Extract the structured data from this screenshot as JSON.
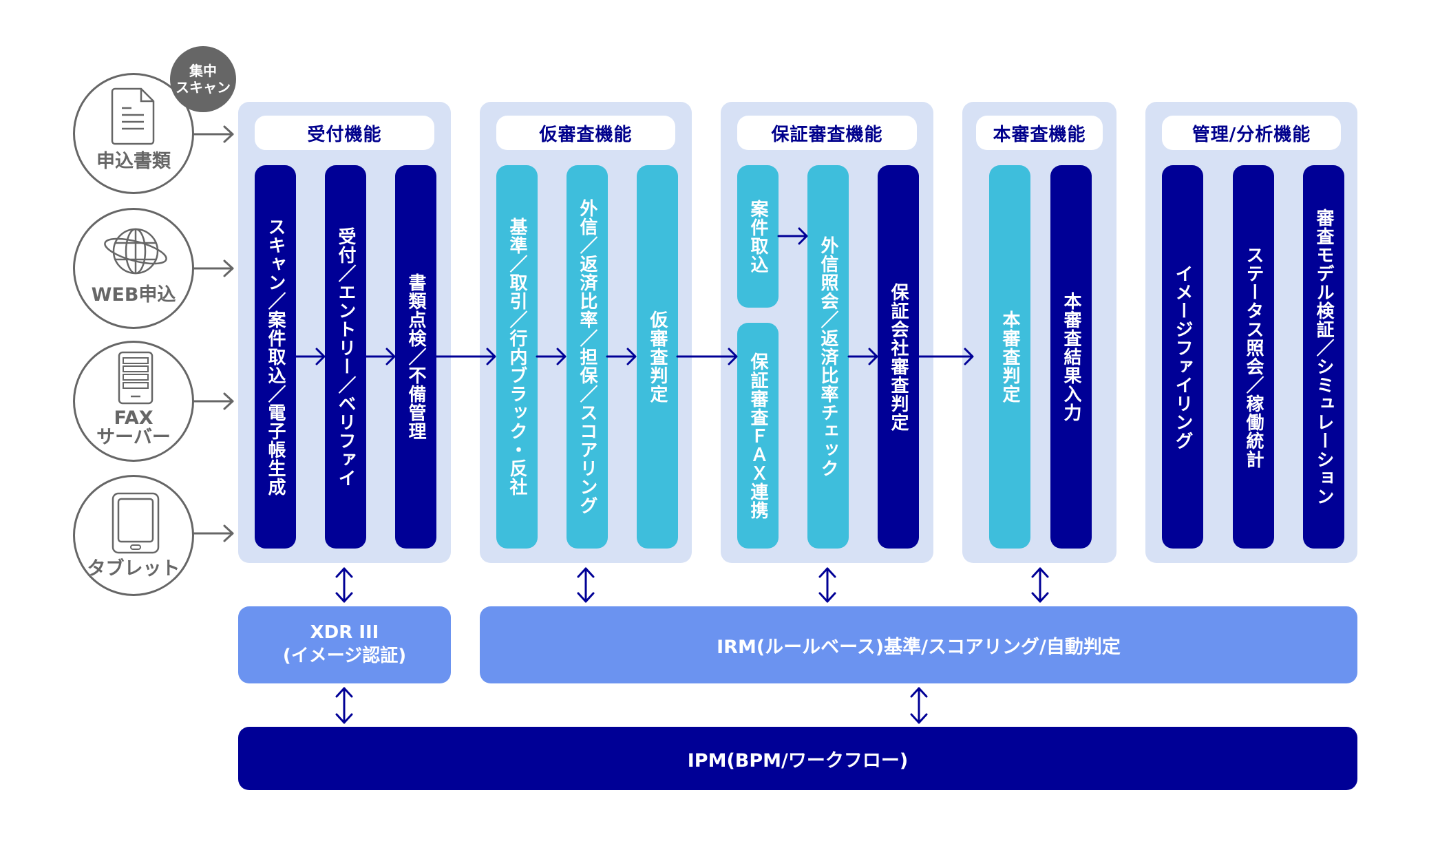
{
  "sources": [
    {
      "id": "paper",
      "icon": "document-icon",
      "label": "申込書類"
    },
    {
      "id": "web",
      "icon": "globe-icon",
      "label": "WEB申込"
    },
    {
      "id": "fax",
      "icon": "server-icon",
      "label": "FAX\nサーバー"
    },
    {
      "id": "tablet",
      "icon": "tablet-icon",
      "label": "タブレット"
    }
  ],
  "badge": {
    "label": "集中\nスキャン"
  },
  "panels": [
    {
      "title": "受付機能",
      "columns": [
        {
          "text": "スキャン／案件取込／電子帳生成",
          "color": "navy"
        },
        {
          "text": "受付／エントリー／ベリファイ",
          "color": "navy"
        },
        {
          "text": "書類点検／不備管理",
          "color": "navy"
        }
      ]
    },
    {
      "title": "仮審査機能",
      "columns": [
        {
          "text": "基準／取引／行内ブラック・反社",
          "color": "cyan"
        },
        {
          "text": "外信／返済比率／担保／スコアリング",
          "color": "cyan"
        },
        {
          "text": "仮審査判定",
          "color": "cyan"
        }
      ]
    },
    {
      "title": "保証審査機能",
      "columns": [
        {
          "text": "案件取込",
          "color": "cyan"
        },
        {
          "text": "保証審査ＦＡＸ連携",
          "color": "cyan"
        },
        {
          "text": "外信照会／返済比率チェック",
          "color": "cyan"
        },
        {
          "text": "保証会社審査判定",
          "color": "navy"
        }
      ]
    },
    {
      "title": "本審査機能",
      "columns": [
        {
          "text": "本審査判定",
          "color": "cyan"
        },
        {
          "text": "本審査結果入力",
          "color": "navy"
        }
      ]
    },
    {
      "title": "管理/分析機能",
      "columns": [
        {
          "text": "イメージファイリング",
          "color": "navy"
        },
        {
          "text": "ステータス照会／稼働統計",
          "color": "navy"
        },
        {
          "text": "審査モデル検証／シミュレーション",
          "color": "navy"
        }
      ]
    }
  ],
  "systems": {
    "xdr": {
      "line1": "XDR III",
      "line2": "(イメージ認証)"
    },
    "irm": {
      "label": "IRM(ルールベース)基準/スコアリング/自動判定"
    },
    "ipm": {
      "label": "IPM(BPM/ワークフロー)"
    }
  },
  "colors": {
    "navy": "#000096",
    "cyan": "#3ebedc",
    "irm": "#6b93f0",
    "panel": "#d7e1f5",
    "gray": "#666666"
  }
}
